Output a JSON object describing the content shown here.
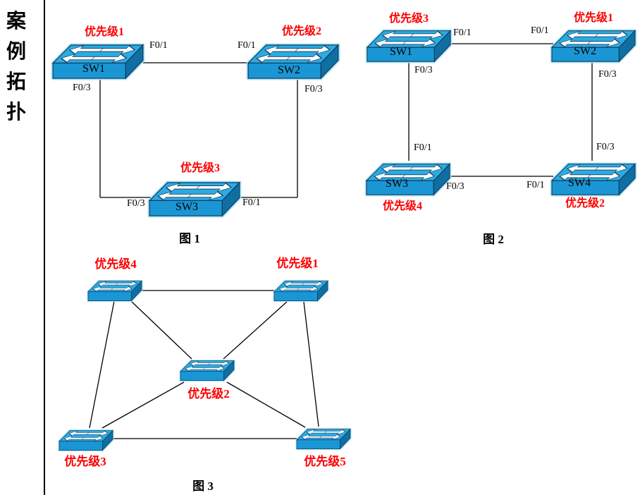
{
  "sidebar": {
    "chars": [
      "案",
      "例",
      "拓",
      "扑"
    ]
  },
  "colors": {
    "priority_red": "#fe0000",
    "switch_top": "#2BABE2",
    "switch_front": "#1B96D4",
    "switch_side": "#0F6FA3",
    "switch_halo": "#A9E2F6",
    "wire": "#000000"
  },
  "d1": {
    "caption": "图 1",
    "sw1": {
      "label": "SW1",
      "priority": "优先级1",
      "port_a": "F0/1",
      "port_b": "F0/3"
    },
    "sw2": {
      "label": "SW2",
      "priority": "优先级2",
      "port_a": "F0/1",
      "port_b": "F0/3"
    },
    "sw3": {
      "label": "SW3",
      "priority": "优先级3",
      "port_a": "F0/3",
      "port_b": "F0/1"
    }
  },
  "d2": {
    "caption": "图 2",
    "sw1": {
      "label": "SW1",
      "priority": "优先级3",
      "port_a": "F0/1",
      "port_b": "F0/3"
    },
    "sw2": {
      "label": "SW2",
      "priority": "优先级1",
      "port_a": "F0/1",
      "port_b": "F0/3"
    },
    "sw3": {
      "label": "SW3",
      "priority": "优先级4",
      "port_a": "F0/1",
      "port_b": "F0/3"
    },
    "sw4": {
      "label": "SW4",
      "priority": "优先级2",
      "port_a": "F0/3",
      "port_b": "F0/1"
    }
  },
  "d3": {
    "caption": "图 3",
    "p_top_left": "优先级4",
    "p_top_right": "优先级1",
    "p_center": "优先级2",
    "p_bottom_left": "优先级3",
    "p_bottom_right": "优先级5"
  }
}
